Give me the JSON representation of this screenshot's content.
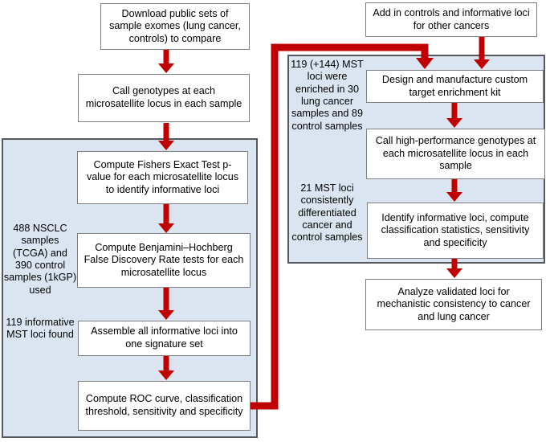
{
  "colors": {
    "arrow_red": "#c00000",
    "panel_fill": "#dbe5f1",
    "panel_border": "#55595e",
    "box_border": "#7f7f7f",
    "box_fill": "#ffffff"
  },
  "flow": {
    "boxes": {
      "download": "Download public sets of sample exomes (lung cancer, controls) to compare",
      "call_genotypes": "Call genotypes at each microsatellite locus in each sample",
      "fishers": "Compute Fishers Exact Test p-value for each microsatellite locus to identify informative loci",
      "benjamini": "Compute Benjamini–Hochberg False Discovery Rate tests for each microsatellite locus",
      "assemble": "Assemble all informative loci into one signature set",
      "roc": "Compute ROC curve, classification threshold, sensitivity and specificity",
      "add_controls": "Add in controls and informative loci for other cancers",
      "design_kit": "Design and manufacture custom target enrichment kit",
      "high_performance": "Call high-performance genotypes at each microsatellite locus in each sample",
      "identify": "Identify informative loci, compute classification statistics, sensitivity and specificity",
      "analyze": "Analyze validated loci for mechanistic consistency to cancer and lung cancer"
    },
    "annotations": {
      "left_panel_top": "488 NSCLC samples (TCGA) and 390 control samples (1kGP) used",
      "left_panel_bottom": "119 informative MST loci found",
      "right_panel_top": "119 (+144) MST loci were enriched in 30 lung cancer samples and 89 control samples",
      "right_panel_bottom": "21 MST loci consistently differentiated cancer and control samples"
    }
  }
}
